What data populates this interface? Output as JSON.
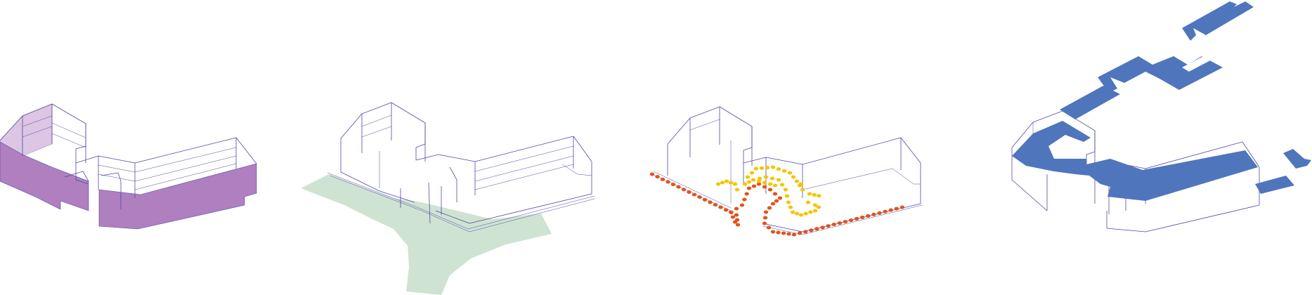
{
  "colors": {
    "background": "#ffffff",
    "wireframe": "#5048a8",
    "wireframe_light": "#9a96cc",
    "facade_fill": "#b07fbf",
    "facade_fill_light": "#dcc6e3",
    "ground_fill": "#cfe3d2",
    "path_dots_yellow": "#f5c400",
    "path_dots_orange": "#e0541c",
    "roof_fill": "#4f75bd"
  },
  "panels": [
    {
      "id": "facades",
      "fill": "#b07fbf"
    },
    {
      "id": "ground",
      "fill": "#cfe3d2"
    },
    {
      "id": "circulation",
      "fill": "#f5c400"
    },
    {
      "id": "roofs",
      "fill": "#4f75bd"
    }
  ]
}
